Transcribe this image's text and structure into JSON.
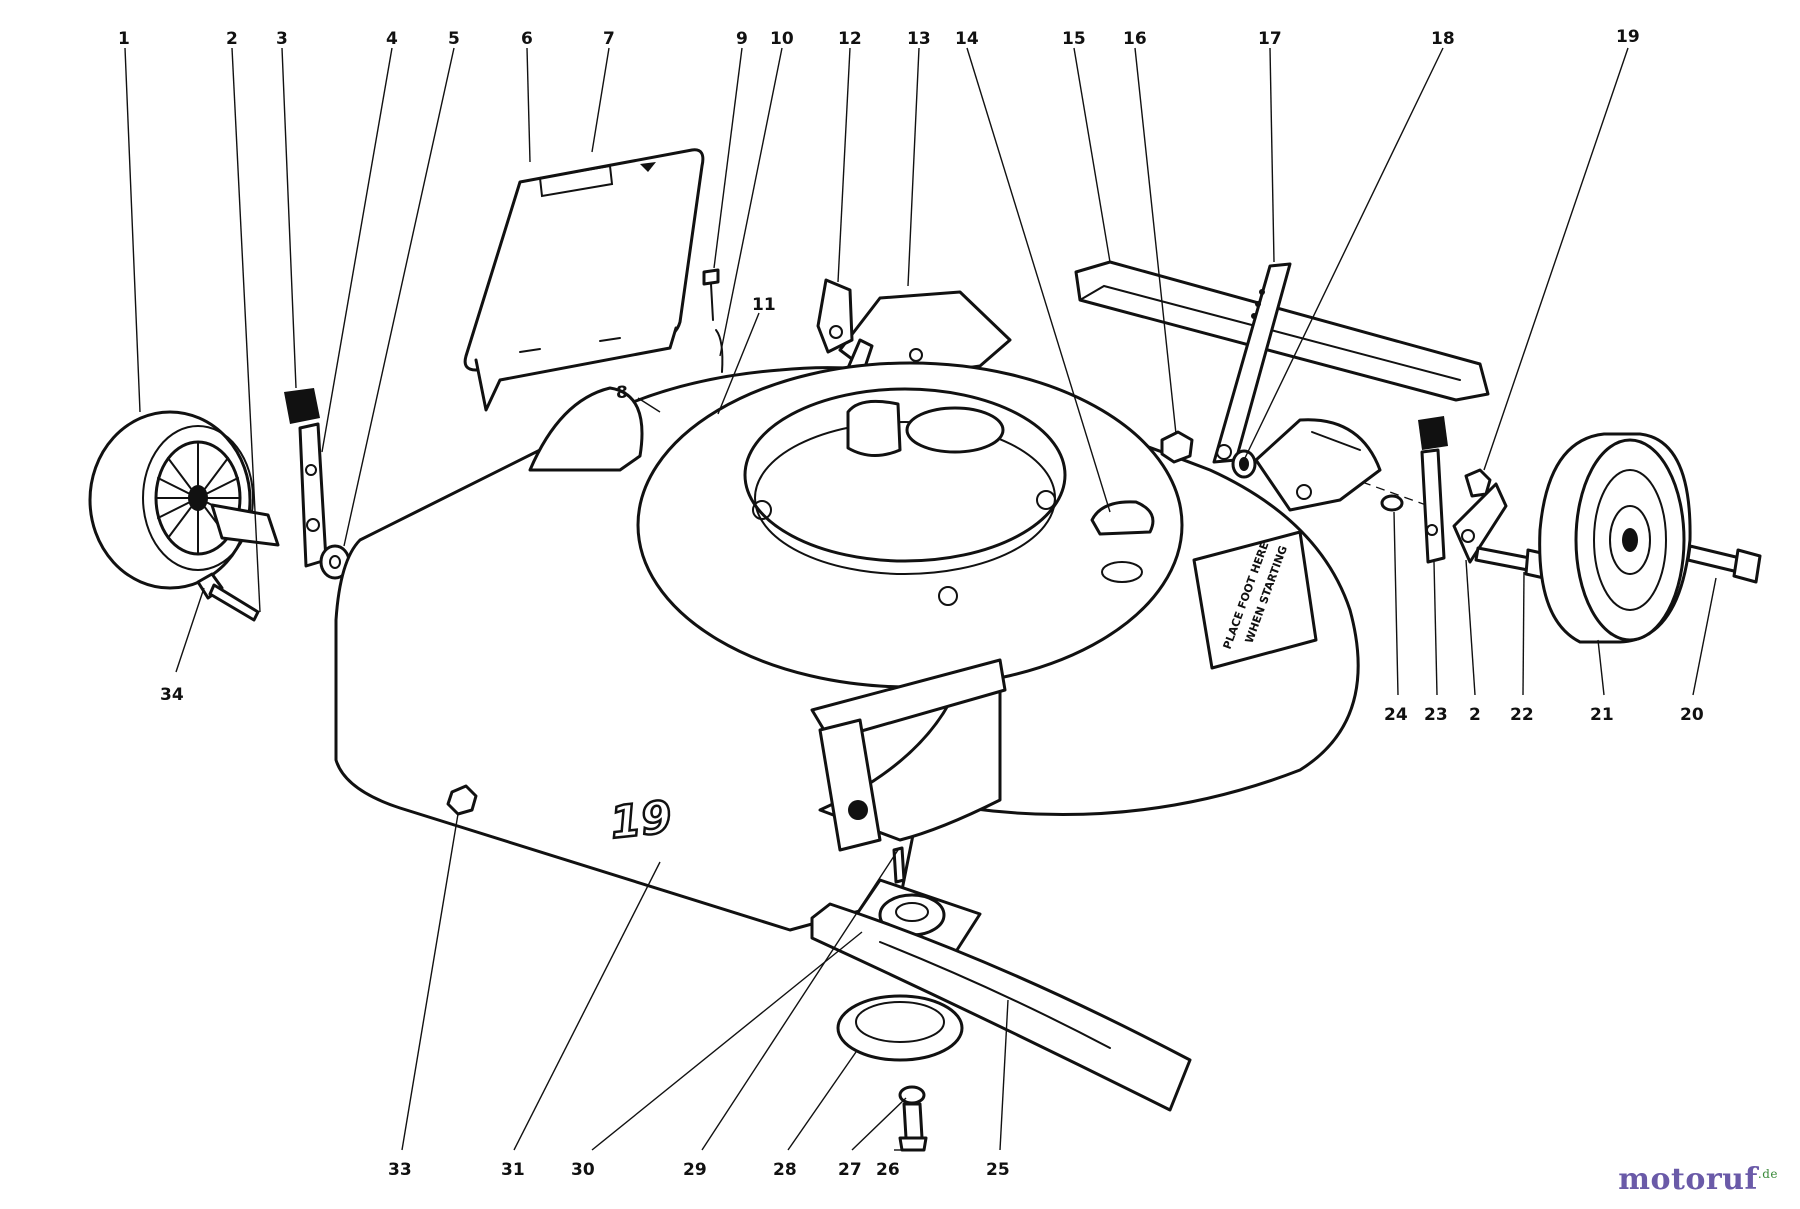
{
  "deck": {
    "number_mark": "19",
    "decal_line_1": "PLACE FOOT HERE",
    "decal_line_2": "WHEN STARTING"
  },
  "callouts": [
    {
      "id": "c1",
      "label": "1"
    },
    {
      "id": "c2a",
      "label": "2"
    },
    {
      "id": "c3",
      "label": "3"
    },
    {
      "id": "c4",
      "label": "4"
    },
    {
      "id": "c5",
      "label": "5"
    },
    {
      "id": "c6",
      "label": "6"
    },
    {
      "id": "c7",
      "label": "7"
    },
    {
      "id": "c9",
      "label": "9"
    },
    {
      "id": "c10",
      "label": "10"
    },
    {
      "id": "c11",
      "label": "11"
    },
    {
      "id": "c8",
      "label": "8"
    },
    {
      "id": "c12",
      "label": "12"
    },
    {
      "id": "c13",
      "label": "13"
    },
    {
      "id": "c14",
      "label": "14"
    },
    {
      "id": "c15",
      "label": "15"
    },
    {
      "id": "c16",
      "label": "16"
    },
    {
      "id": "c17",
      "label": "17"
    },
    {
      "id": "c18",
      "label": "18"
    },
    {
      "id": "c19",
      "label": "19"
    },
    {
      "id": "c34",
      "label": "34"
    },
    {
      "id": "c24",
      "label": "24"
    },
    {
      "id": "c23",
      "label": "23"
    },
    {
      "id": "c2b",
      "label": "2"
    },
    {
      "id": "c22",
      "label": "22"
    },
    {
      "id": "c21",
      "label": "21"
    },
    {
      "id": "c20",
      "label": "20"
    },
    {
      "id": "c33",
      "label": "33"
    },
    {
      "id": "c31",
      "label": "31"
    },
    {
      "id": "c30",
      "label": "30"
    },
    {
      "id": "c29",
      "label": "29"
    },
    {
      "id": "c28",
      "label": "28"
    },
    {
      "id": "c27",
      "label": "27"
    },
    {
      "id": "c26",
      "label": "26"
    },
    {
      "id": "c25",
      "label": "25"
    }
  ],
  "watermark": {
    "text": "motoruf",
    "suffix": ".de"
  }
}
